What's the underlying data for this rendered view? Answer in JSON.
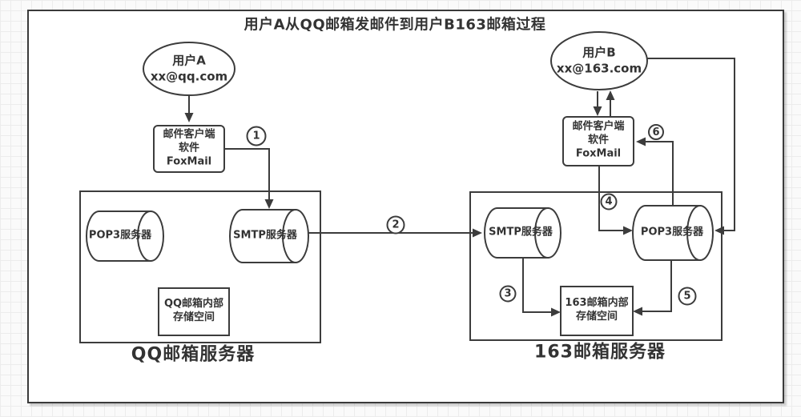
{
  "title": "用户A从QQ邮箱发邮件到用户B163邮箱过程",
  "colors": {
    "stroke": "#3c3c3c",
    "text": "#333333",
    "sheet": "#ffffff",
    "grid_line": "#ececec",
    "grid_bg": "#fafafa"
  },
  "nodes": {
    "user_a": {
      "label": "用户A\nxx@qq.com"
    },
    "foxmail_a": {
      "label": "邮件客户端\n软件\nFoxMail"
    },
    "qq_server": {
      "label": "QQ邮箱服务器",
      "pop3": "POP3服务器",
      "smtp": "SMTP服务器",
      "storage": "QQ邮箱内部\n存储空间"
    },
    "user_b": {
      "label": "用户B\nxx@163.com"
    },
    "foxmail_b": {
      "label": "邮件客户端\n软件\nFoxMail"
    },
    "server_163": {
      "label": "163邮箱服务器",
      "smtp": "SMTP服务器",
      "pop3": "POP3服务器",
      "storage": "163邮箱内部\n存储空间"
    }
  },
  "steps": {
    "s1": "1",
    "s2": "2",
    "s3": "3",
    "s4": "4",
    "s5": "5",
    "s6": "6"
  }
}
